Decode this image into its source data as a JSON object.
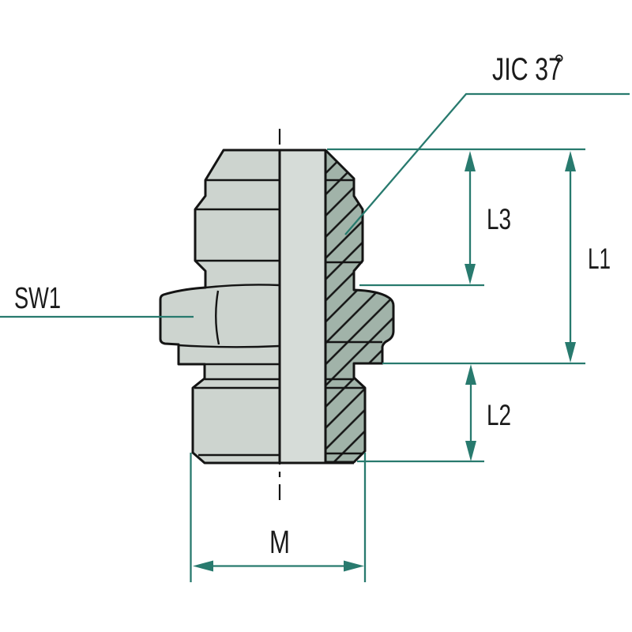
{
  "diagram": {
    "labels": {
      "thread_type": "JIC 37",
      "degree_symbol": "°",
      "wrench_size": "SW1",
      "dim_l1": "L1",
      "dim_l2": "L2",
      "dim_l3": "L3",
      "dim_m": "M"
    },
    "colors": {
      "dimension": "#287a6e",
      "outline": "#141414",
      "body-fill": "#cdd4cf",
      "bore-fill": "#d6dcd8",
      "section-fill": "#a1b3a9",
      "background": "#ffffff",
      "text": "#1b1b1b"
    }
  }
}
